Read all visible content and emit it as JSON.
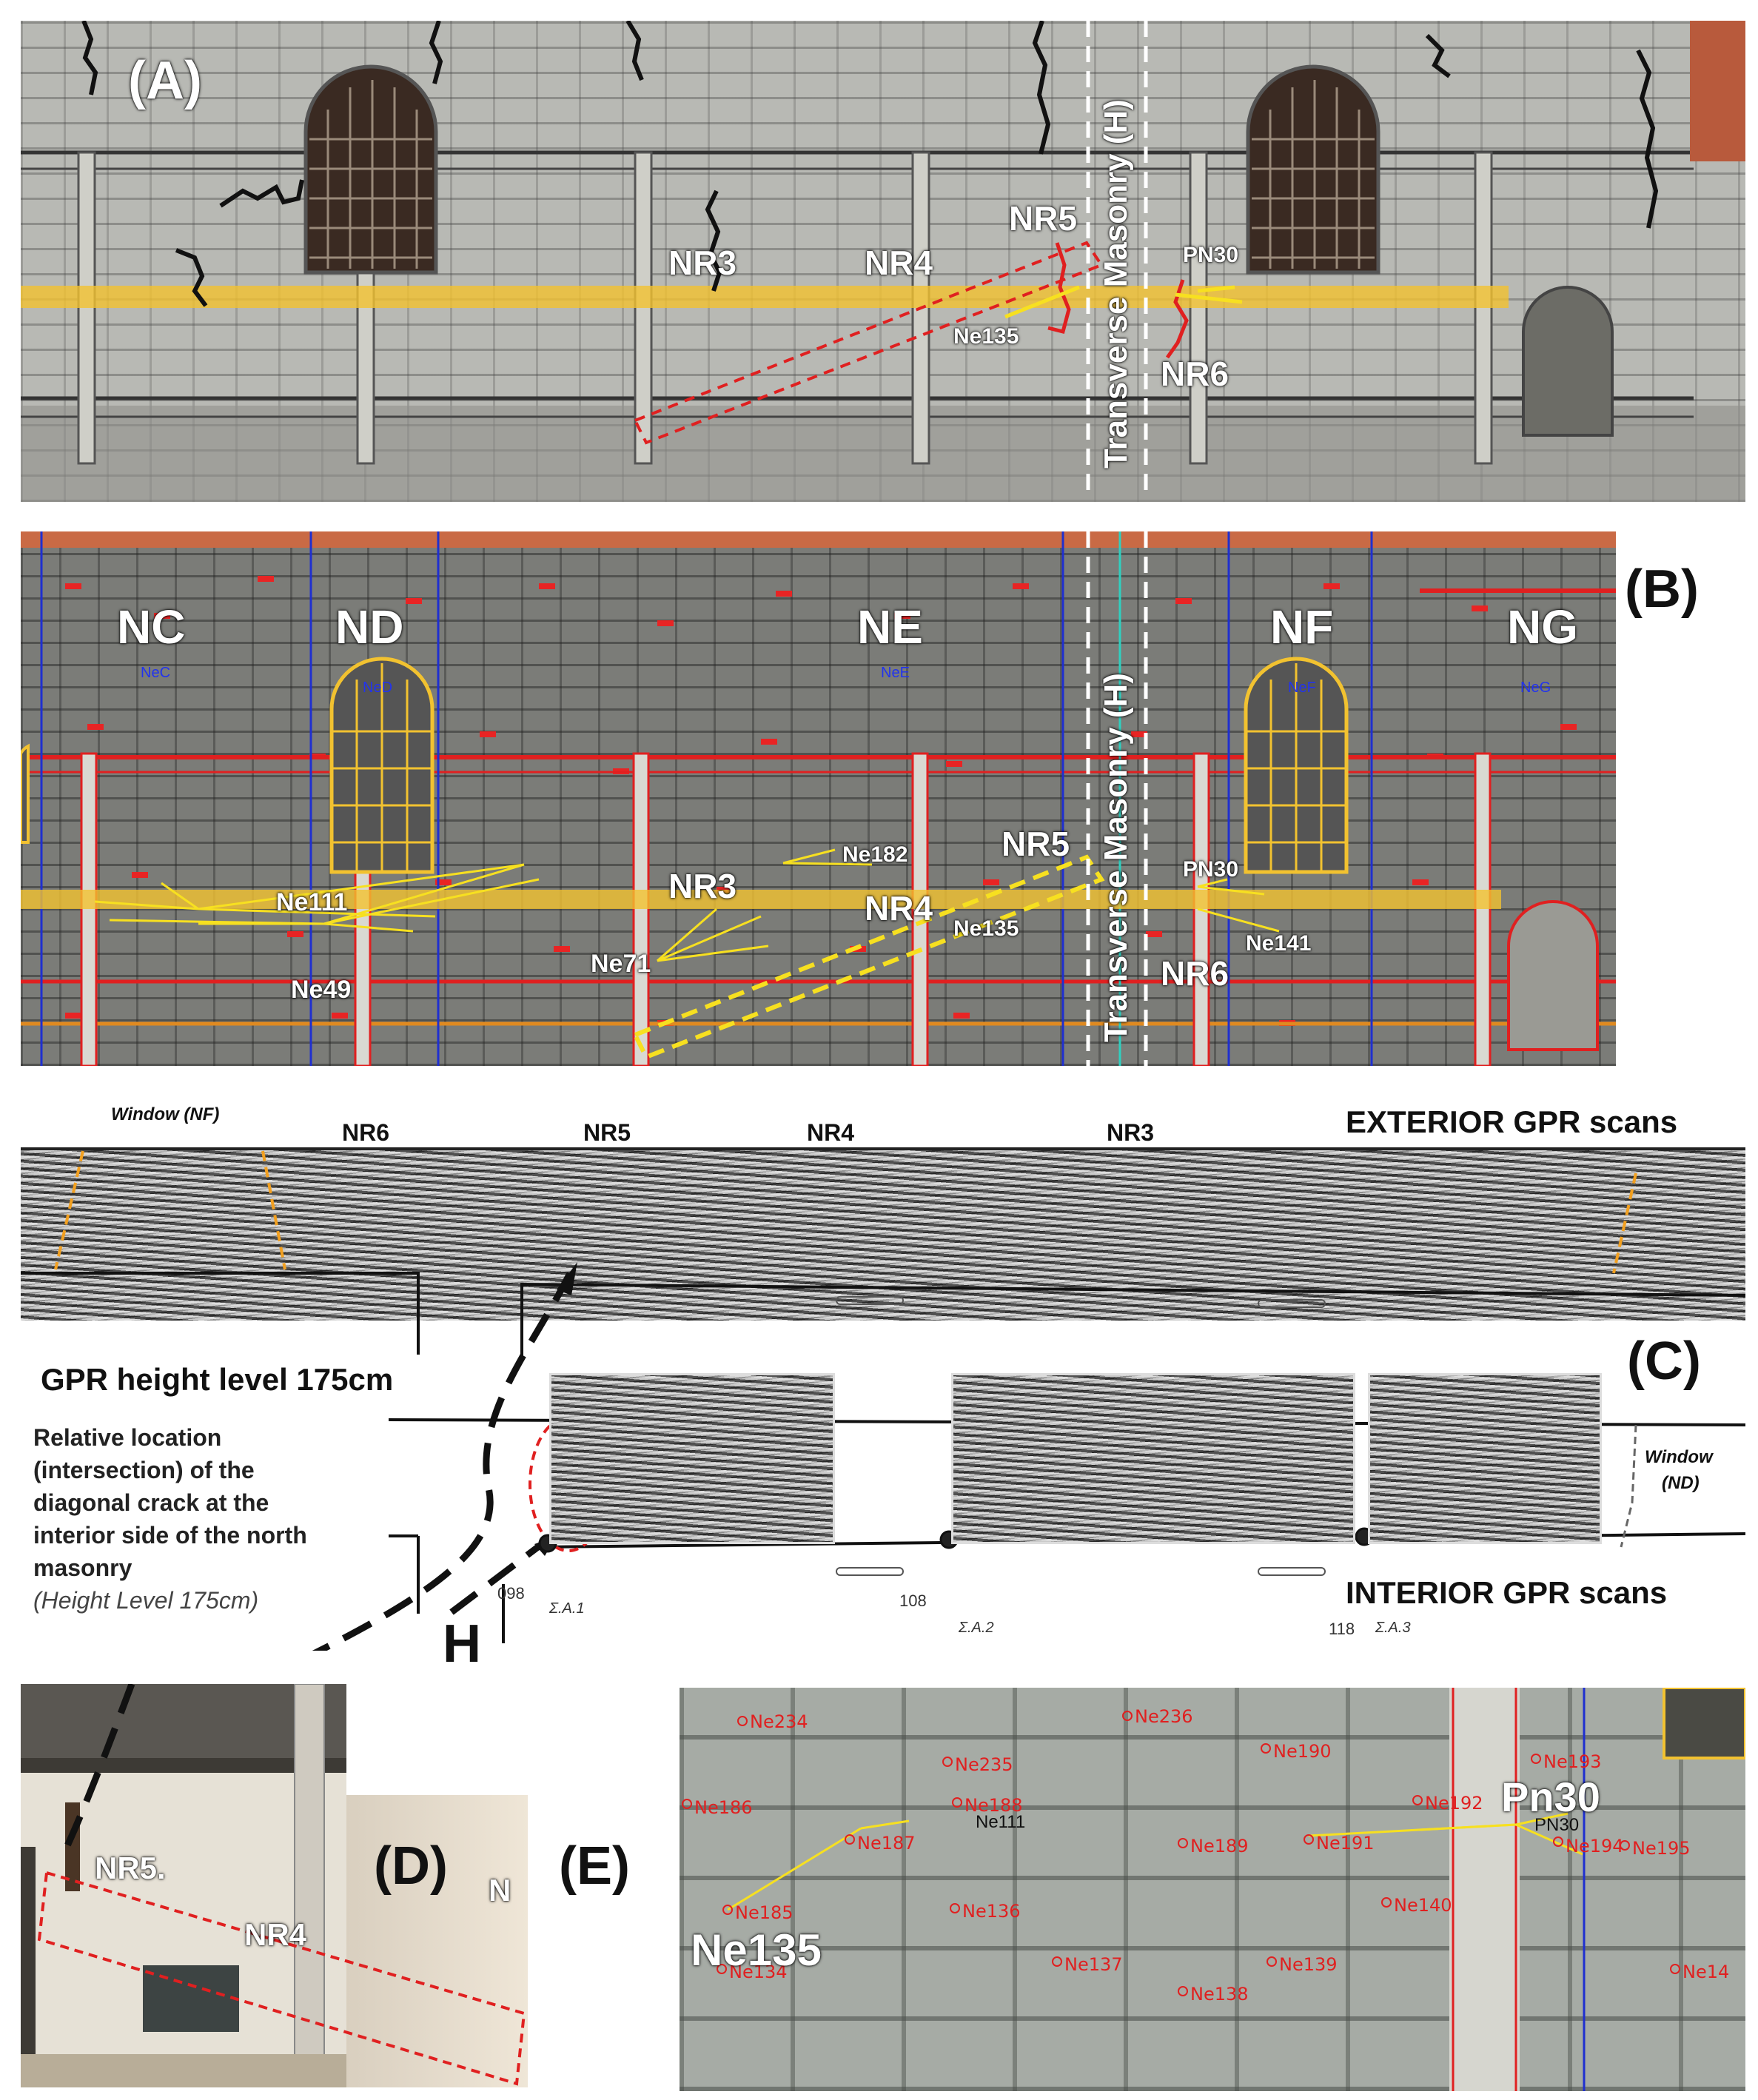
{
  "panel_a": {
    "tag": "(A)",
    "labels": {
      "nr3": "NR3",
      "nr4": "NR4",
      "nr5": "NR5",
      "nr6": "NR6",
      "ne135": "Ne135",
      "pn30": "PN30"
    },
    "transverse": "Transverse Masonry (H)"
  },
  "panel_b": {
    "tag": "(B)",
    "sections": {
      "nc": "NC",
      "nd": "ND",
      "ne": "NE",
      "nf": "NF",
      "ng": "NG"
    },
    "section_small": {
      "nec": "NeC",
      "ned": "NeD",
      "nee": "NeE",
      "nef": "NeF",
      "neg": "NeG"
    },
    "labels": {
      "ne111": "Ne111",
      "ne49": "Ne49",
      "ne71": "Ne71",
      "nr3": "NR3",
      "nr4": "NR4",
      "nr5": "NR5",
      "ne182": "Ne182",
      "ne135": "Ne135",
      "pn30": "PN30",
      "ne141": "Ne141",
      "nr6": "NR6"
    },
    "transverse": "Transverse Masonry (H)"
  },
  "panel_c": {
    "tag": "(C)",
    "window_nf": "Window (NF)",
    "scan_labels": {
      "nr6": "NR6",
      "nr5": "NR5",
      "nr4": "NR4",
      "nr3": "NR3"
    },
    "exterior_title": "EXTERIOR GPR scans",
    "interior_title": "INTERIOR GPR scans",
    "height_level": "GPR height level 175cm",
    "note_lines": [
      "Relative location",
      "(intersection) of the",
      "diagonal crack at the",
      "interior side of the north",
      "masonry"
    ],
    "note_italic": "(Height Level 175cm)",
    "window_nd_1": "Window",
    "window_nd_2": "(ND)",
    "h_label": "H",
    "marks": {
      "m098": "098",
      "m108": "108",
      "m118": "118"
    },
    "sa": {
      "sa1": "Σ.Α.1",
      "sa2": "Σ.Α.2",
      "sa3": "Σ.Α.3"
    }
  },
  "panel_d": {
    "tag": "(D)",
    "labels": {
      "nr5": "NR5.",
      "nr4": "NR4",
      "n": "N"
    }
  },
  "panel_e": {
    "tag": "(E)",
    "big": {
      "ne135": "Ne135",
      "pn30": "Pn30"
    },
    "small_black": {
      "ne111": "Ne111",
      "pn30": "PN30"
    },
    "points": {
      "ne234": "Ne234",
      "ne236": "Ne236",
      "ne235": "Ne235",
      "ne190": "Ne190",
      "ne193": "Ne193",
      "ne186": "Ne186",
      "ne188": "Ne188",
      "ne192": "Ne192",
      "ne187": "Ne187",
      "ne189": "Ne189",
      "ne191": "Ne191",
      "ne194": "Ne194",
      "ne195": "Ne195",
      "ne185": "Ne185",
      "ne136": "Ne136",
      "ne140": "Ne140",
      "ne134": "Ne134",
      "ne137": "Ne137",
      "ne139": "Ne139",
      "ne138": "Ne138",
      "ne14x": "Ne14"
    }
  },
  "colors": {
    "crack_red": "#e02020",
    "track_yellow": "#f2c230",
    "grid_blue": "#1f2fd0",
    "annotation_red": "#ee2222"
  }
}
